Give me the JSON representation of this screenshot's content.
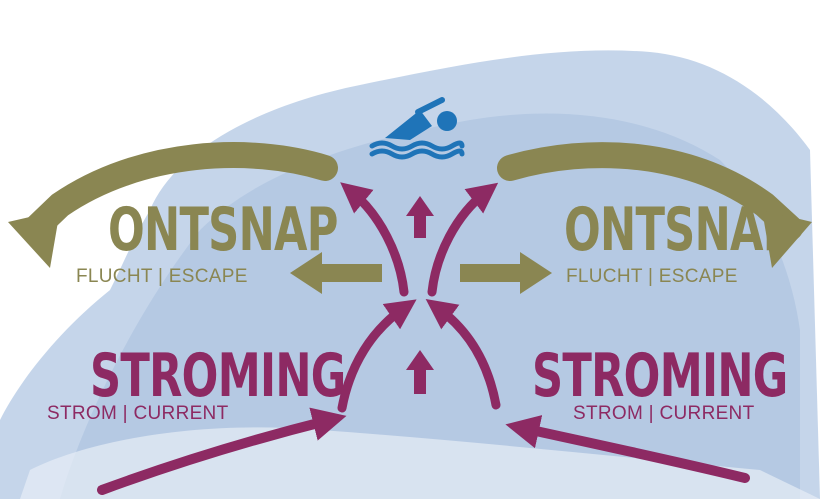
{
  "colors": {
    "escape": "#8a8652",
    "current": "#8d2a63",
    "swimmer": "#1f74b8",
    "water": "#a9c1e0"
  },
  "icons": {
    "swimmer": "swimmer-icon"
  },
  "labels": {
    "left": {
      "escape_title": "ONTSNAP",
      "escape_sub": "FLUCHT | ESCAPE",
      "current_title": "STROMING",
      "current_sub": "STROM | CURRENT"
    },
    "right": {
      "escape_title": "ONTSNAP",
      "escape_sub": "FLUCHT | ESCAPE",
      "current_title": "STROMING",
      "current_sub": "STROM | CURRENT"
    }
  }
}
